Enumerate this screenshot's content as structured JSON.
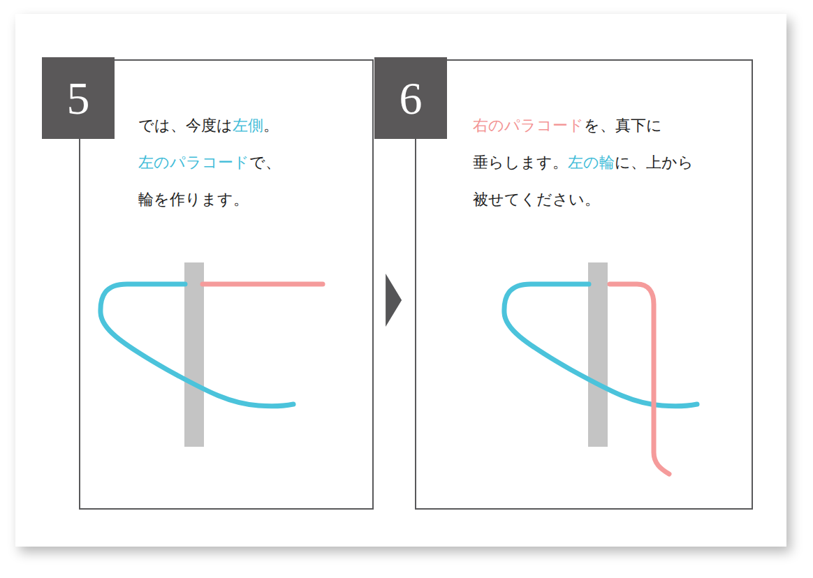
{
  "diagram": {
    "nodes": [
      {
        "text": [
          "では、今度は",
          "左側",
          "。",
          "左のパラコード",
          "で、",
          "輪を作ります。"
        ]
      },
      {
        "text": [
          "5"
        ],
        "in": 0
      },
      {
        "text": [
          "右のパラコード",
          "を、真下に",
          "垂らします。",
          "左の輪",
          "に、上から",
          "被せてください。"
        ]
      },
      {
        "text": [
          "6"
        ],
        "in": 2
      }
    ],
    "edges": [
      {
        "from": 0,
        "to": 2,
        "arrow": "to"
      }
    ]
  }
}
